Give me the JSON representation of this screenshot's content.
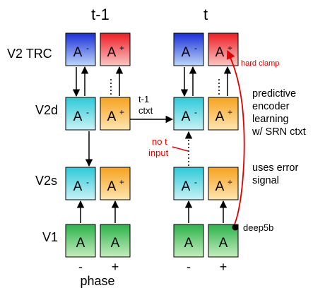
{
  "titles": {
    "left": "t-1",
    "right": "t"
  },
  "rows": {
    "v2trc": "V2 TRC",
    "v2d": "V2d",
    "v2s": "V2s",
    "v1": "V1"
  },
  "boxes": {
    "minus_base": "A",
    "minus_sup": "-",
    "plus_base": "A",
    "plus_sup": "+",
    "v1_label": "A"
  },
  "annotations": {
    "ctxt_line1": "t-1",
    "ctxt_line2": "ctxt",
    "no_t_line1": "no t",
    "no_t_line2": "input",
    "hard_clamp": "hard clamp",
    "pred_line1": "predictive",
    "pred_line2": "encoder",
    "pred_line3": "learning",
    "pred_line4": "w/ SRN ctxt",
    "err_line1": "uses error",
    "err_line2": "signal",
    "deep5b": "deep5b"
  },
  "phase": {
    "label": "phase",
    "minus": "-",
    "plus": "+"
  },
  "colors": {
    "blue_top": "#1a2ed6",
    "blue_bottom": "#bcd6f8",
    "red_top": "#ec1c24",
    "red_bottom": "#f9c7c4",
    "cyan_top": "#2ccad8",
    "cyan_bottom": "#cbf1f5",
    "orange_top": "#f6a21d",
    "orange_bottom": "#fde6b4",
    "green_top": "#2ab34a",
    "green_bottom": "#c6ecbe",
    "accent_red": "#e00000"
  }
}
